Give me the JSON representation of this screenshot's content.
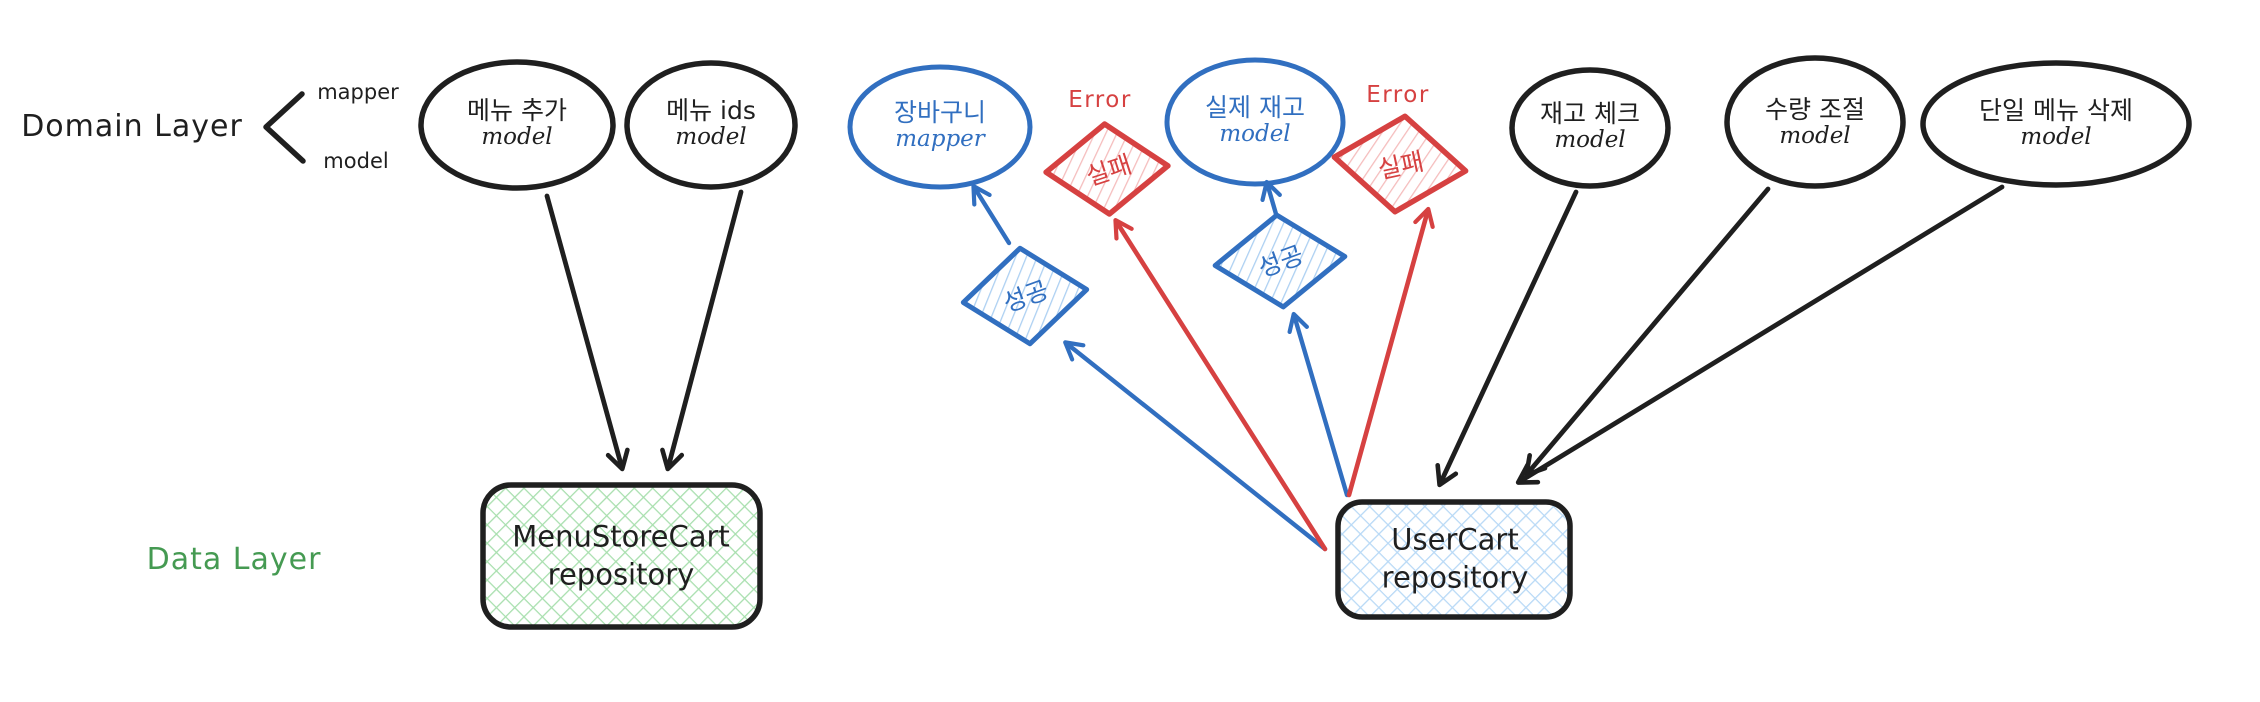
{
  "domain_layer": {
    "label": "Domain Layer",
    "branch_top": "mapper",
    "branch_bottom": "model"
  },
  "data_layer": {
    "label": "Data Layer"
  },
  "ellipses": [
    {
      "id": "menu-add",
      "line1": "메뉴 추가",
      "line2": "model",
      "color": "black"
    },
    {
      "id": "menu-ids",
      "line1": "메뉴 ids",
      "line2": "model",
      "color": "black"
    },
    {
      "id": "cart-mapper",
      "line1": "장바구니",
      "line2": "mapper",
      "color": "blue"
    },
    {
      "id": "actual-stock",
      "line1": "실제 재고",
      "line2": "model",
      "color": "blue"
    },
    {
      "id": "stock-check",
      "line1": "재고 체크",
      "line2": "model",
      "color": "black"
    },
    {
      "id": "quantity-adjust",
      "line1": "수량 조절",
      "line2": "model",
      "color": "black"
    },
    {
      "id": "single-menu-delete",
      "line1": "단일 메뉴 삭제",
      "line2": "model",
      "color": "black"
    }
  ],
  "diamonds": [
    {
      "id": "success-1",
      "label": "성공",
      "color": "blue"
    },
    {
      "id": "success-2",
      "label": "성공",
      "color": "blue"
    },
    {
      "id": "failure-1",
      "label": "실패",
      "color": "red"
    },
    {
      "id": "failure-2",
      "label": "실패",
      "color": "red"
    }
  ],
  "error_labels": [
    {
      "text": "Error"
    },
    {
      "text": "Error"
    }
  ],
  "repositories": [
    {
      "id": "menu-store-cart",
      "line1": "MenuStoreCart",
      "line2": "repository",
      "fill": "green"
    },
    {
      "id": "user-cart",
      "line1": "UserCart",
      "line2": "repository",
      "fill": "blue"
    }
  ],
  "colors": {
    "stroke_black": "#1f1f1f",
    "stroke_blue": "#316fc0",
    "stroke_red": "#d64141",
    "green_text": "#459a52",
    "hatch_green": "#a8dfae",
    "hatch_blue": "#b8d9f6",
    "stripe_blue": "#add0f2",
    "stripe_pink": "#f5bdbd",
    "background": "#ffffff"
  }
}
